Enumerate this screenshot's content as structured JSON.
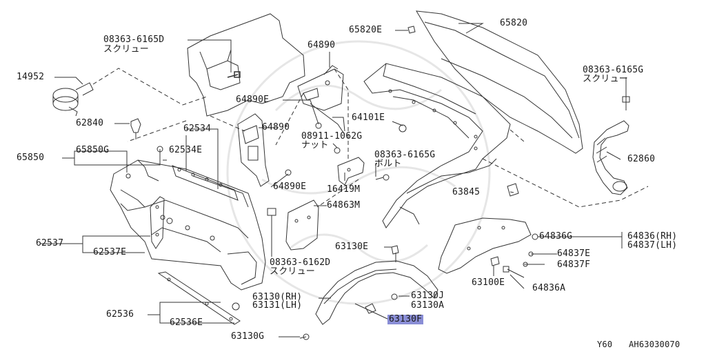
{
  "diagram": {
    "part_labels": {
      "p65820": "65820",
      "p65820e": "65820E",
      "p08363_6165d": "08363-6165D",
      "p08363_6165d_sub": "スクリュー",
      "p64890_top": "64890",
      "p14952": "14952",
      "p08363_6165g_r": "08363-6165G",
      "p08363_6165g_r_sub": "スクリュー",
      "p64890e_1": "64890E",
      "p64101e": "64101E",
      "p62840": "62840",
      "p64890_mid": "64890",
      "p62534": "62534",
      "p08911": "08911-1062G",
      "p08911_sub": "ナット",
      "p65850g": "65850G",
      "p65850": "65850",
      "p62534e": "62534E",
      "p08363_6165g_m": "08363-6165G",
      "p08363_6165g_m_sub": "ボルト",
      "p62860": "62860",
      "p64890e_2": "64890E",
      "p16419m": "16419M",
      "p63845": "63845",
      "p64863m": "64863M",
      "p64836g": "64836G",
      "p64836rh": "64836(RH)",
      "p64837lh": "64837(LH)",
      "p62537": "62537",
      "p62537e": "62537E",
      "p63130e": "63130E",
      "p64837e": "64837E",
      "p08363_6162d": "08363-6162D",
      "p08363_6162d_sub": "スクリュー",
      "p64837f": "64837F",
      "p63100e": "63100E",
      "p64836a": "64836A",
      "p63130rh": "63130(RH)",
      "p63131lh": "63131(LH)",
      "p63130j": "63130J",
      "p63130a": "63130A",
      "p62536": "62536",
      "p62536e": "62536E",
      "p63130f": "63130F",
      "p63130g": "63130G"
    },
    "footer": {
      "model": "Y60",
      "code": "AH63030070"
    },
    "highlight_color": "#8a8ed6",
    "line_color": "#333333"
  }
}
